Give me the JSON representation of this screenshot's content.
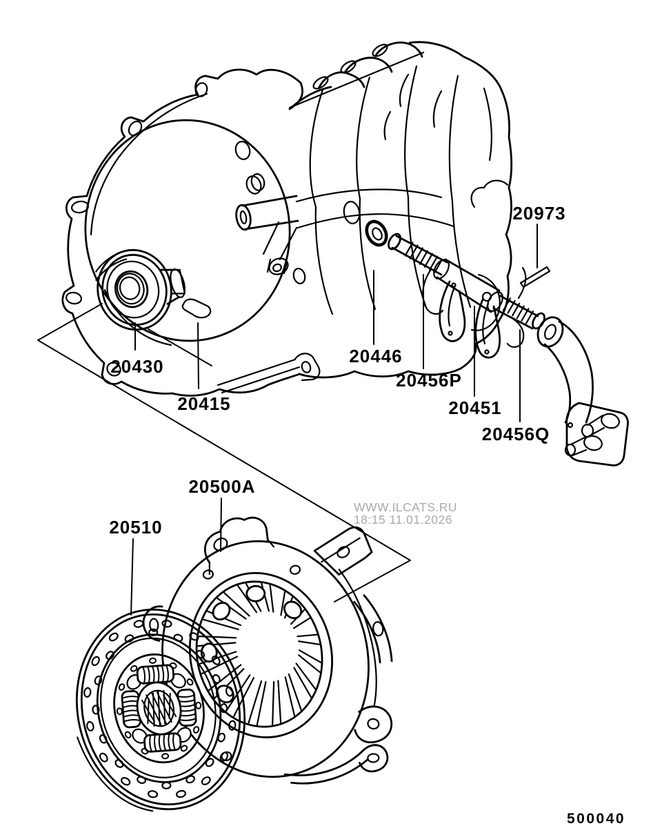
{
  "labels": {
    "p20973": "20973",
    "p20430": "20430",
    "p20415": "20415",
    "p20446": "20446",
    "p20456P": "20456P",
    "p20451": "20451",
    "p20456Q": "20456Q",
    "p20500A": "20500A",
    "p20510": "20510"
  },
  "watermark": {
    "line1": "WWW.ILCATS.RU",
    "line2": "18:15 11.01.2026"
  },
  "page_code": "500040",
  "colors": {
    "line": "#000000",
    "background": "#ffffff",
    "watermark": "#a9a9a9"
  }
}
